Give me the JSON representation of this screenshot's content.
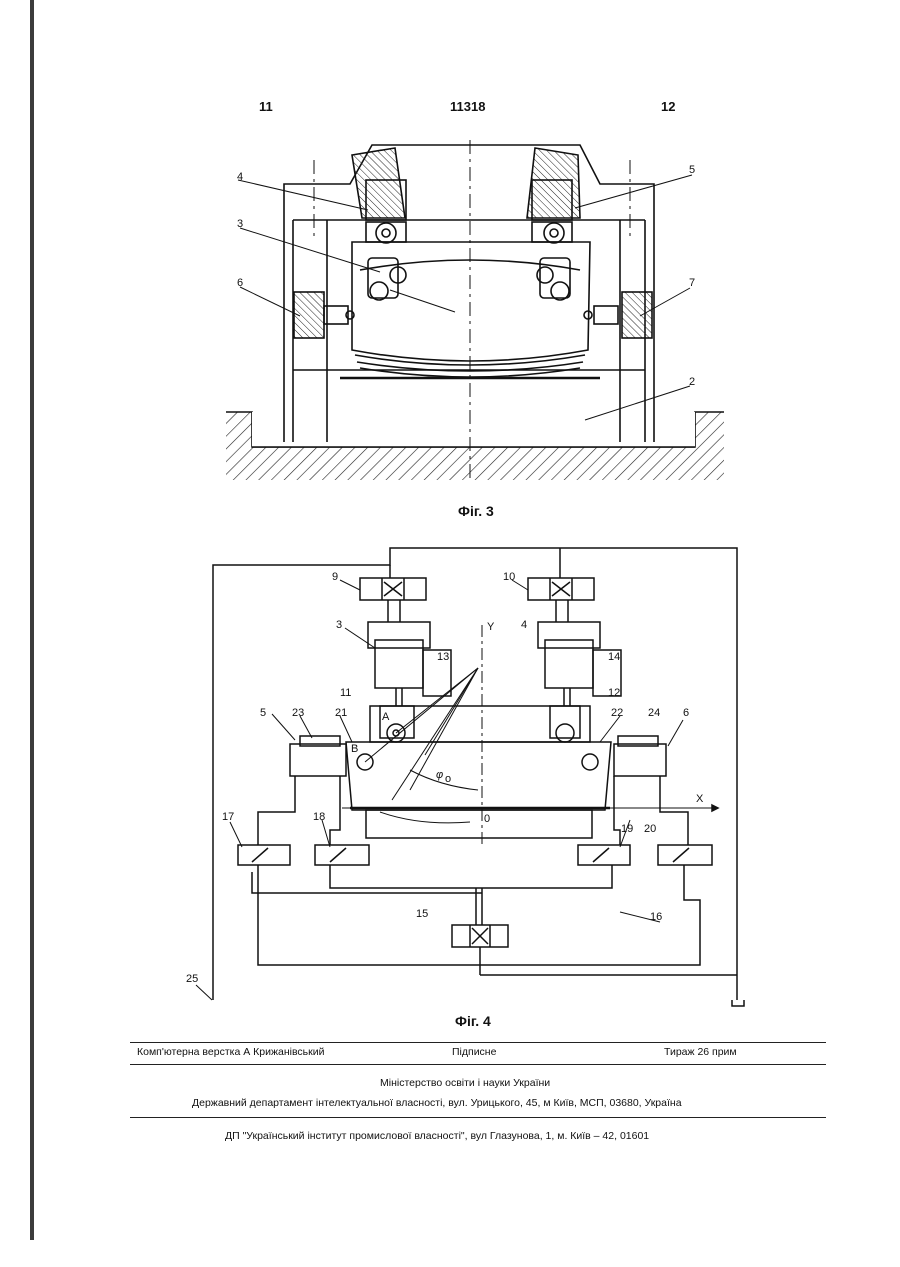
{
  "header": {
    "left_num": "11",
    "center_num": "11318",
    "right_num": "12"
  },
  "fig3": {
    "caption": "Фіг. 3",
    "labels": [
      "4",
      "5",
      "3",
      "6",
      "7",
      "2"
    ]
  },
  "fig4": {
    "caption": "Фіг. 4",
    "labels": [
      "9",
      "10",
      "3",
      "4",
      "13",
      "14",
      "11",
      "12",
      "5",
      "23",
      "21",
      "22",
      "24",
      "6",
      "17",
      "18",
      "19",
      "20",
      "15",
      "16",
      "25"
    ],
    "axis_y": "Y",
    "axis_x": "X",
    "point_a": "A",
    "point_b": "B",
    "origin": "0",
    "angle_phi": "φ",
    "angle_sub": "о"
  },
  "footer": {
    "typeset": "Комп'ютерна верстка А  Крижанівський",
    "signed": "Підписне",
    "run": "Тираж 26 прим",
    "ministry": "Міністерство освіти і науки України",
    "department": "Державний департамент інтелектуальної власності, вул. Урицького, 45, м  Київ, МСП, 03680, Україна",
    "institute": "ДП \"Український інститут промислової власності\", вул  Глазунова, 1, м. Київ – 42, 01601"
  }
}
